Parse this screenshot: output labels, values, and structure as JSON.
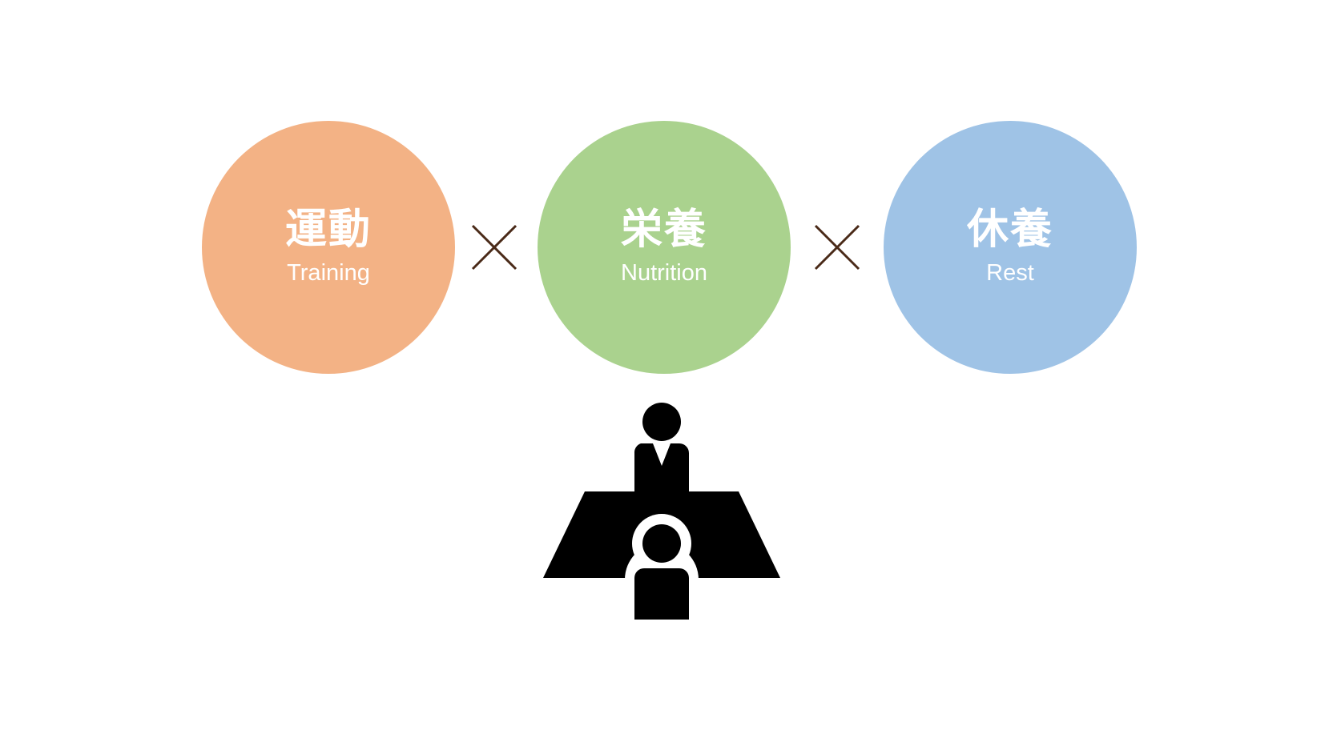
{
  "pillars": [
    {
      "kanji": "運動",
      "english": "Training",
      "color": "#F3B285"
    },
    {
      "kanji": "栄養",
      "english": "Nutrition",
      "color": "#AAD28E"
    },
    {
      "kanji": "休養",
      "english": "Rest",
      "color": "#9FC3E6"
    }
  ],
  "operator_color": "#4A2A18",
  "icon": {
    "name": "consultation-icon",
    "color": "#000000"
  }
}
